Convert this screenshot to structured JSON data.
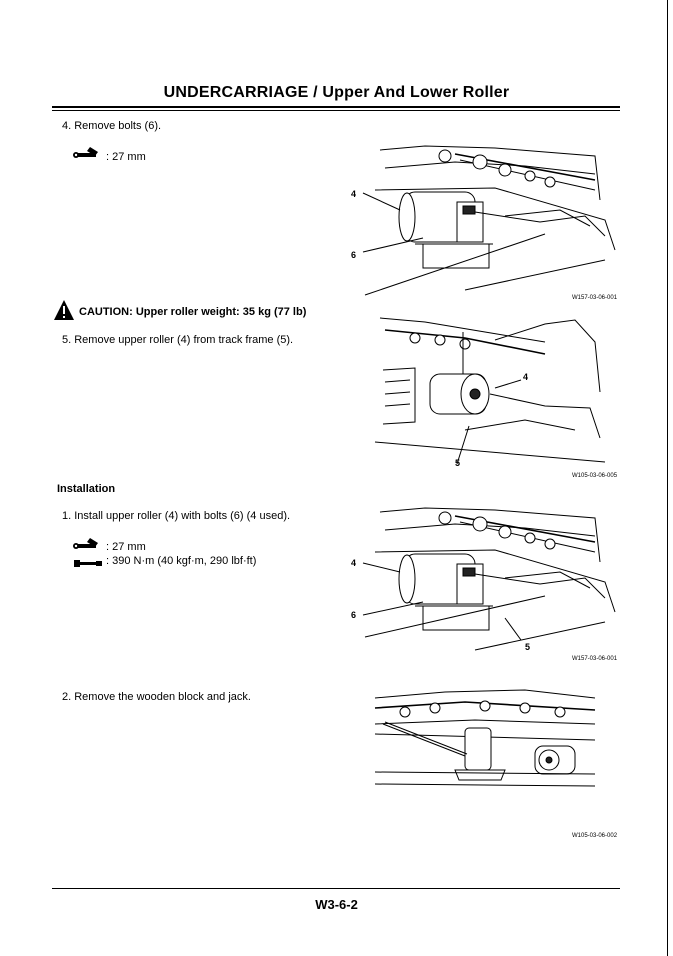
{
  "header": {
    "title": "UNDERCARRIAGE / Upper And Lower Roller"
  },
  "step4": {
    "text": "4.  Remove bolts (6).",
    "spec": ": 27 mm"
  },
  "caution": {
    "text": "CAUTION:  Upper roller weight: 35 kg (77 lb)"
  },
  "step5": {
    "text": "5.  Remove upper roller (4) from track frame (5)."
  },
  "installation": {
    "heading": "Installation",
    "step1": "1.  Install upper roller (4) with bolts (6) (4 used).",
    "spec_wrench": ":  27 mm",
    "spec_torque": ":  390 N·m (40 kgf·m, 290 lbf·ft)",
    "step2": "2.  Remove the wooden block and jack."
  },
  "figures": [
    {
      "id": "W157-03-06-001",
      "callouts": [
        "4",
        "6"
      ]
    },
    {
      "id": "W105-03-06-005",
      "callouts": [
        "4",
        "5"
      ]
    },
    {
      "id": "W157-03-06-001",
      "callouts": [
        "4",
        "6",
        "5"
      ]
    },
    {
      "id": "W105-03-06-002",
      "callouts": []
    }
  ],
  "icons": {
    "wrench": "wrench-icon",
    "torque": "torque-wrench-icon",
    "caution": "warning-triangle-icon"
  },
  "footer": {
    "page_number": "W3-6-2"
  }
}
